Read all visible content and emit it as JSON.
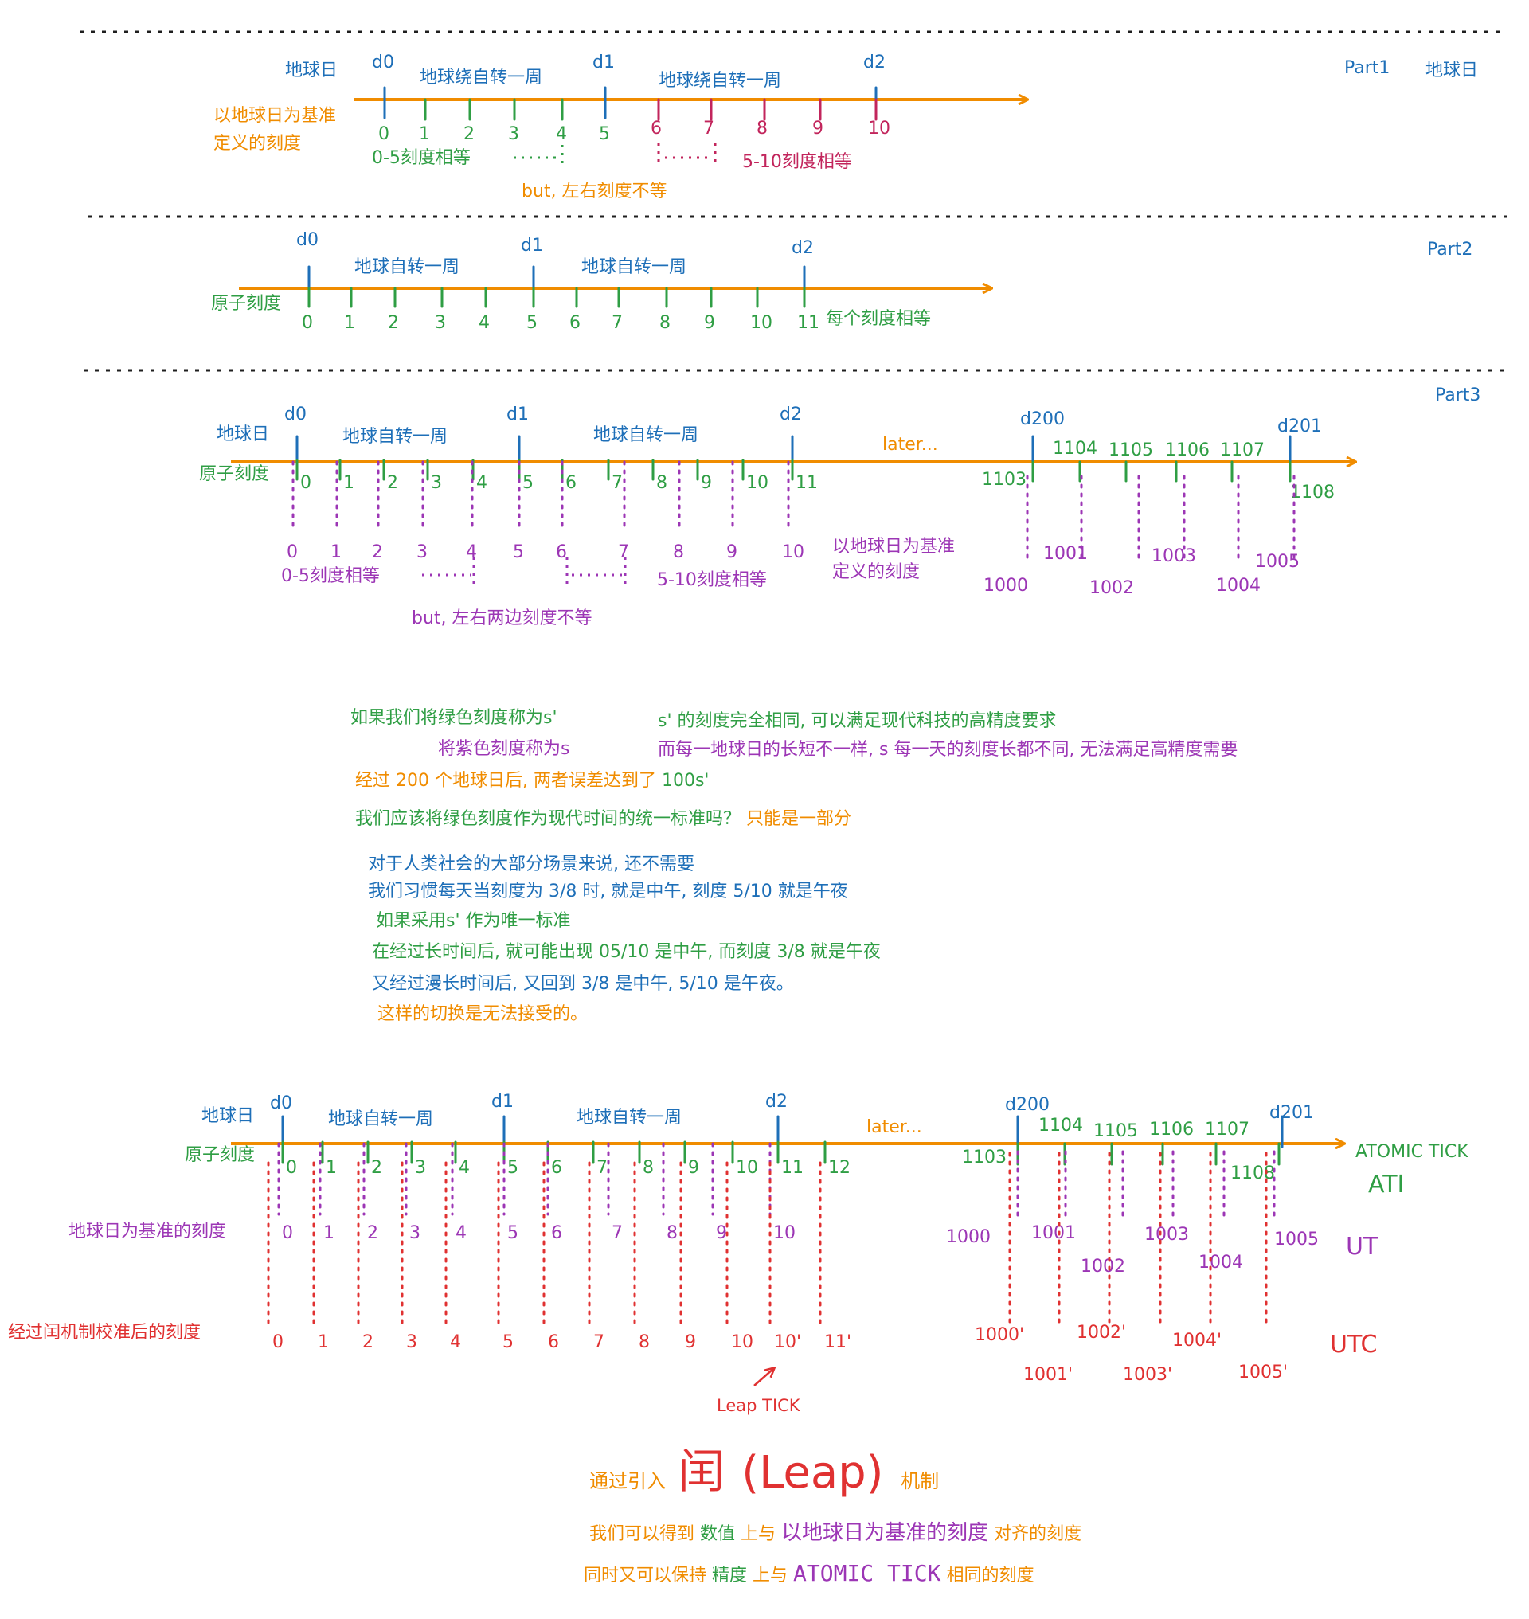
{
  "colors": {
    "blue": "#1e6fb8",
    "orange": "#f08c00",
    "green": "#2f9e44",
    "purple": "#9c36b5",
    "red": "#e03131",
    "crimson": "#c2255c",
    "black": "#1e1e1e"
  },
  "part1": {
    "part_label": "Part1",
    "earth_day_right": "地球日",
    "earth_day": "地球日",
    "day_labels": [
      "d0",
      "d1",
      "d2"
    ],
    "rotation_labels": [
      "地球绕自转一周",
      "地球绕自转一周"
    ],
    "base_label_1": "以地球日为基准",
    "base_label_2": "定义的刻度",
    "ticks_green": [
      "0",
      "1",
      "2",
      "3",
      "4",
      "5"
    ],
    "ticks_red": [
      "6",
      "7",
      "8",
      "9",
      "10"
    ],
    "equal_0_5": "0-5刻度相等",
    "equal_5_10": "5-10刻度相等",
    "but_note": "but, 左右刻度不等"
  },
  "part2": {
    "part_label": "Part2",
    "axis_label": "原子刻度",
    "day_labels": [
      "d0",
      "d1",
      "d2"
    ],
    "rotation_labels": [
      "地球自转一周",
      "地球自转一周"
    ],
    "ticks": [
      "0",
      "1",
      "2",
      "3",
      "4",
      "5",
      "6",
      "7",
      "8",
      "9",
      "10",
      "11"
    ],
    "equal_note": "每个刻度相等"
  },
  "part3": {
    "part_label": "Part3",
    "earth_day": "地球日",
    "axis_label": "原子刻度",
    "day_labels": [
      "d0",
      "d1",
      "d2",
      "d200",
      "d201"
    ],
    "rotation_labels": [
      "地球自转一周",
      "地球自转一周"
    ],
    "later": "later...",
    "green_ticks": [
      "0",
      "1",
      "2",
      "3",
      "4",
      "5",
      "6",
      "7",
      "8",
      "9",
      "10",
      "11"
    ],
    "green_ticks_far": [
      "1103",
      "1104",
      "1105",
      "1106",
      "1107",
      "1108"
    ],
    "purple_ticks": [
      "0",
      "1",
      "2",
      "3",
      "4",
      "5",
      "6",
      "7",
      "8",
      "9",
      "10"
    ],
    "purple_ticks_far": [
      "1000",
      "1001",
      "1002",
      "1003",
      "1004",
      "1005"
    ],
    "equal_0_5": "0-5刻度相等",
    "equal_5_10": "5-10刻度相等",
    "base_label_1": "以地球日为基准",
    "base_label_2": "定义的刻度",
    "but_note": "but, 左右两边刻度不等"
  },
  "notes": {
    "l1": "如果我们将绿色刻度称为s'",
    "l2": "将紫色刻度称为s",
    "r1": "s' 的刻度完全相同, 可以满足现代科技的高精度要求",
    "r2": "而每一地球日的长短不一样, s 每一天的刻度长都不同, 无法满足高精度需要",
    "l3a": "经过 200 个地球日后, 两者误差达到了 ",
    "l3b": "100s'",
    "l4a": "我们应该将绿色刻度作为现代时间的统一标准吗？ ",
    "l4b": "只能是一部分",
    "b1": "对于人类社会的大部分场景来说, 还不需要",
    "b2": "我们习惯每天当刻度为 3/8 时, 就是中午, 刻度 5/10 就是午夜",
    "b3": "如果采用s' 作为唯一标准",
    "b4": "在经过长时间后, 就可能出现 05/10 是中午, 而刻度 3/8 就是午夜",
    "b5": "又经过漫长时间后, 又回到 3/8 是中午, 5/10 是午夜。",
    "b6": "这样的切换是无法接受的。"
  },
  "part4": {
    "earth_day": "地球日",
    "axis_label": "原子刻度",
    "ut_axis_label": "地球日为基准的刻度",
    "utc_axis_label": "经过闰机制校准后的刻度",
    "day_labels": [
      "d0",
      "d1",
      "d2",
      "d200",
      "d201"
    ],
    "rotation_labels": [
      "地球自转一周",
      "地球自转一周"
    ],
    "later": "later...",
    "green_ticks": [
      "0",
      "1",
      "2",
      "3",
      "4",
      "5",
      "6",
      "7",
      "8",
      "9",
      "10",
      "11",
      "12"
    ],
    "green_ticks_far": [
      "1103",
      "1104",
      "1105",
      "1106",
      "1107",
      "1108"
    ],
    "ut_ticks": [
      "0",
      "1",
      "2",
      "3",
      "4",
      "5",
      "6",
      "7",
      "8",
      "9",
      "10"
    ],
    "ut_ticks_far": [
      "1000",
      "1001",
      "1002",
      "1003",
      "1004",
      "1005"
    ],
    "utc_ticks": [
      "0",
      "1",
      "2",
      "3",
      "4",
      "5",
      "6",
      "7",
      "8",
      "9",
      "10",
      "10'",
      "11'"
    ],
    "utc_ticks_far": [
      "1000'",
      "1001'",
      "1002'",
      "1003'",
      "1004'",
      "1005'"
    ],
    "atomic_tick": "ATOMIC TICK",
    "ati": "ATI",
    "ut": "UT",
    "utc": "UTC",
    "leap_tick": "Leap TICK"
  },
  "summary": {
    "s1a": "通过引入",
    "s1b": "闰",
    "s1c": "(Leap)",
    "s1d": "机制",
    "s2a": "我们可以得到 ",
    "s2b": "数值",
    "s2c": "上与 ",
    "s2d": "以地球日为基准的刻度",
    "s2e": " 对齐的刻度",
    "s3a": "同时又可以保持 ",
    "s3b": "精度",
    "s3c": " 上与 ",
    "s3d": "ATOMIC TICK",
    "s3e": " 相同的刻度"
  }
}
